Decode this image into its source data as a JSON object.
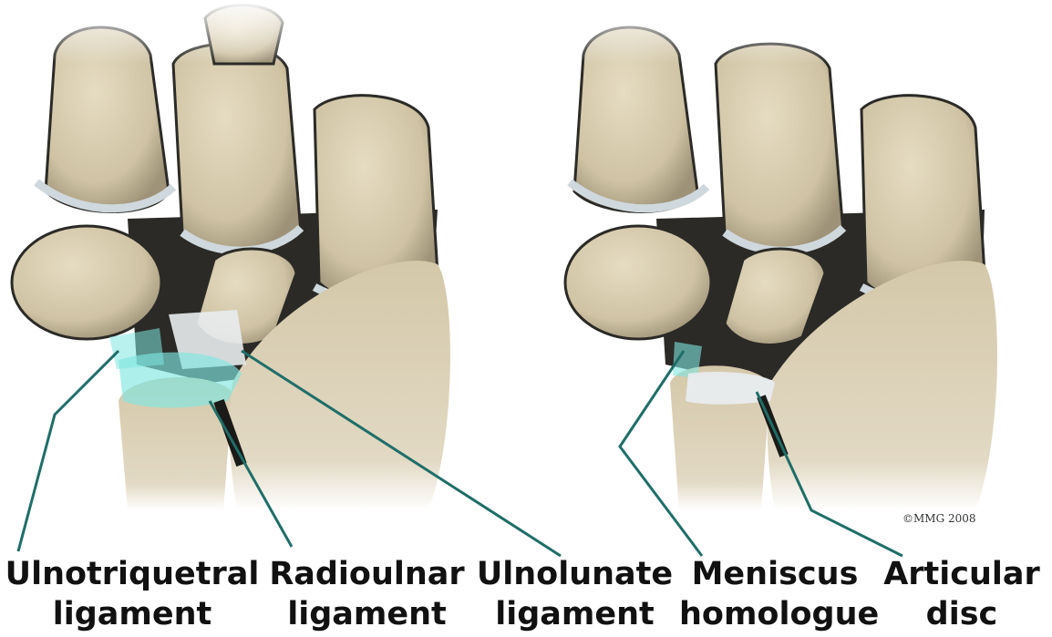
{
  "labels": {
    "ulnotriquetral": {
      "line1": "Ulnotriquetral",
      "line2": "ligament"
    },
    "radioulnar": {
      "line1": "Radioulnar",
      "line2": "ligament"
    },
    "ulnolunate": {
      "line1": "Ulnolunate",
      "line2": "ligament"
    },
    "meniscus": {
      "line1": "Meniscus",
      "line2": "homologue"
    },
    "articular": {
      "line1": "Articular",
      "line2": "disc"
    }
  },
  "copyright": "©MMG 2008",
  "colors": {
    "bone": "#d8cdb0",
    "bone_shadow": "#9e9278",
    "bone_outline": "#2b2a26",
    "cartilage": "#cfd8dc",
    "ligament": "#7fe6e0",
    "leader_line": "#1f6e68"
  }
}
